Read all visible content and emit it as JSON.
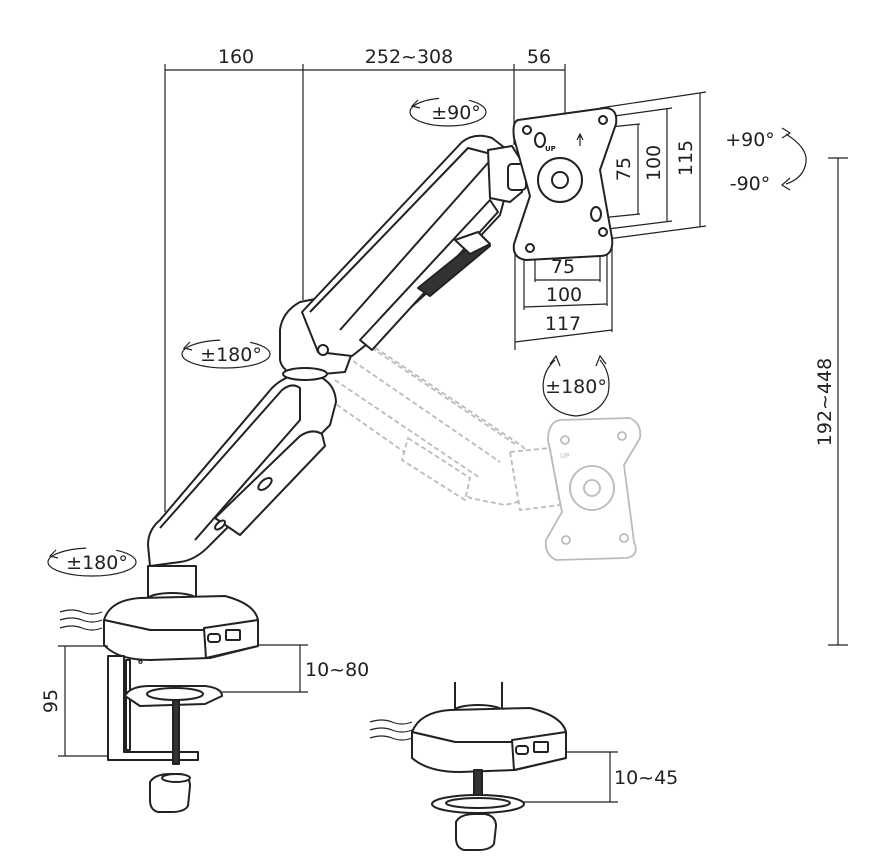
{
  "dimensions": {
    "arm_reach_base": "160",
    "arm_extension": "252~308",
    "plate_offset": "56",
    "vesa_75_horizontal": "75",
    "vesa_100_horizontal": "100",
    "vesa_117_horizontal": "117",
    "vesa_75_vertical": "75",
    "vesa_100_vertical": "100",
    "vesa_115_vertical": "115",
    "height_range": "192~448",
    "clamp_height": "95",
    "clamp_thickness": "10~80",
    "grommet_thickness": "10~45"
  },
  "rotations": {
    "plate_tilt": "±90°",
    "plate_rotate_up": "+90°",
    "plate_rotate_down": "-90°",
    "plate_swivel": "±180°",
    "elbow_swivel": "±180°",
    "base_swivel": "±180°"
  },
  "labels": {
    "up_mark": "UP",
    "up_mark_ghost": "UP"
  },
  "colors": {
    "line": "#222222",
    "ghost": "#bbbbbb",
    "background": "#ffffff"
  }
}
